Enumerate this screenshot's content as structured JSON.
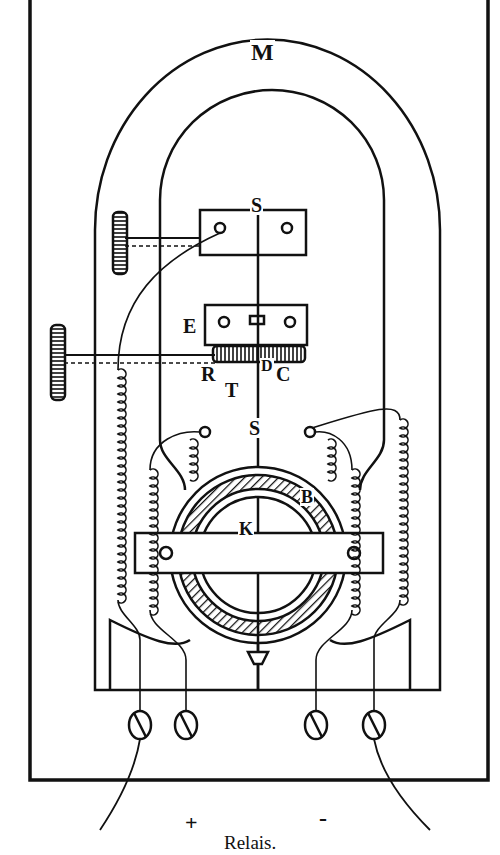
{
  "diagram": {
    "caption": "Relais.",
    "labels": [
      "M",
      "S",
      "E",
      "R",
      "T",
      "D",
      "C",
      "S",
      "B",
      "K",
      "+",
      "-"
    ]
  }
}
